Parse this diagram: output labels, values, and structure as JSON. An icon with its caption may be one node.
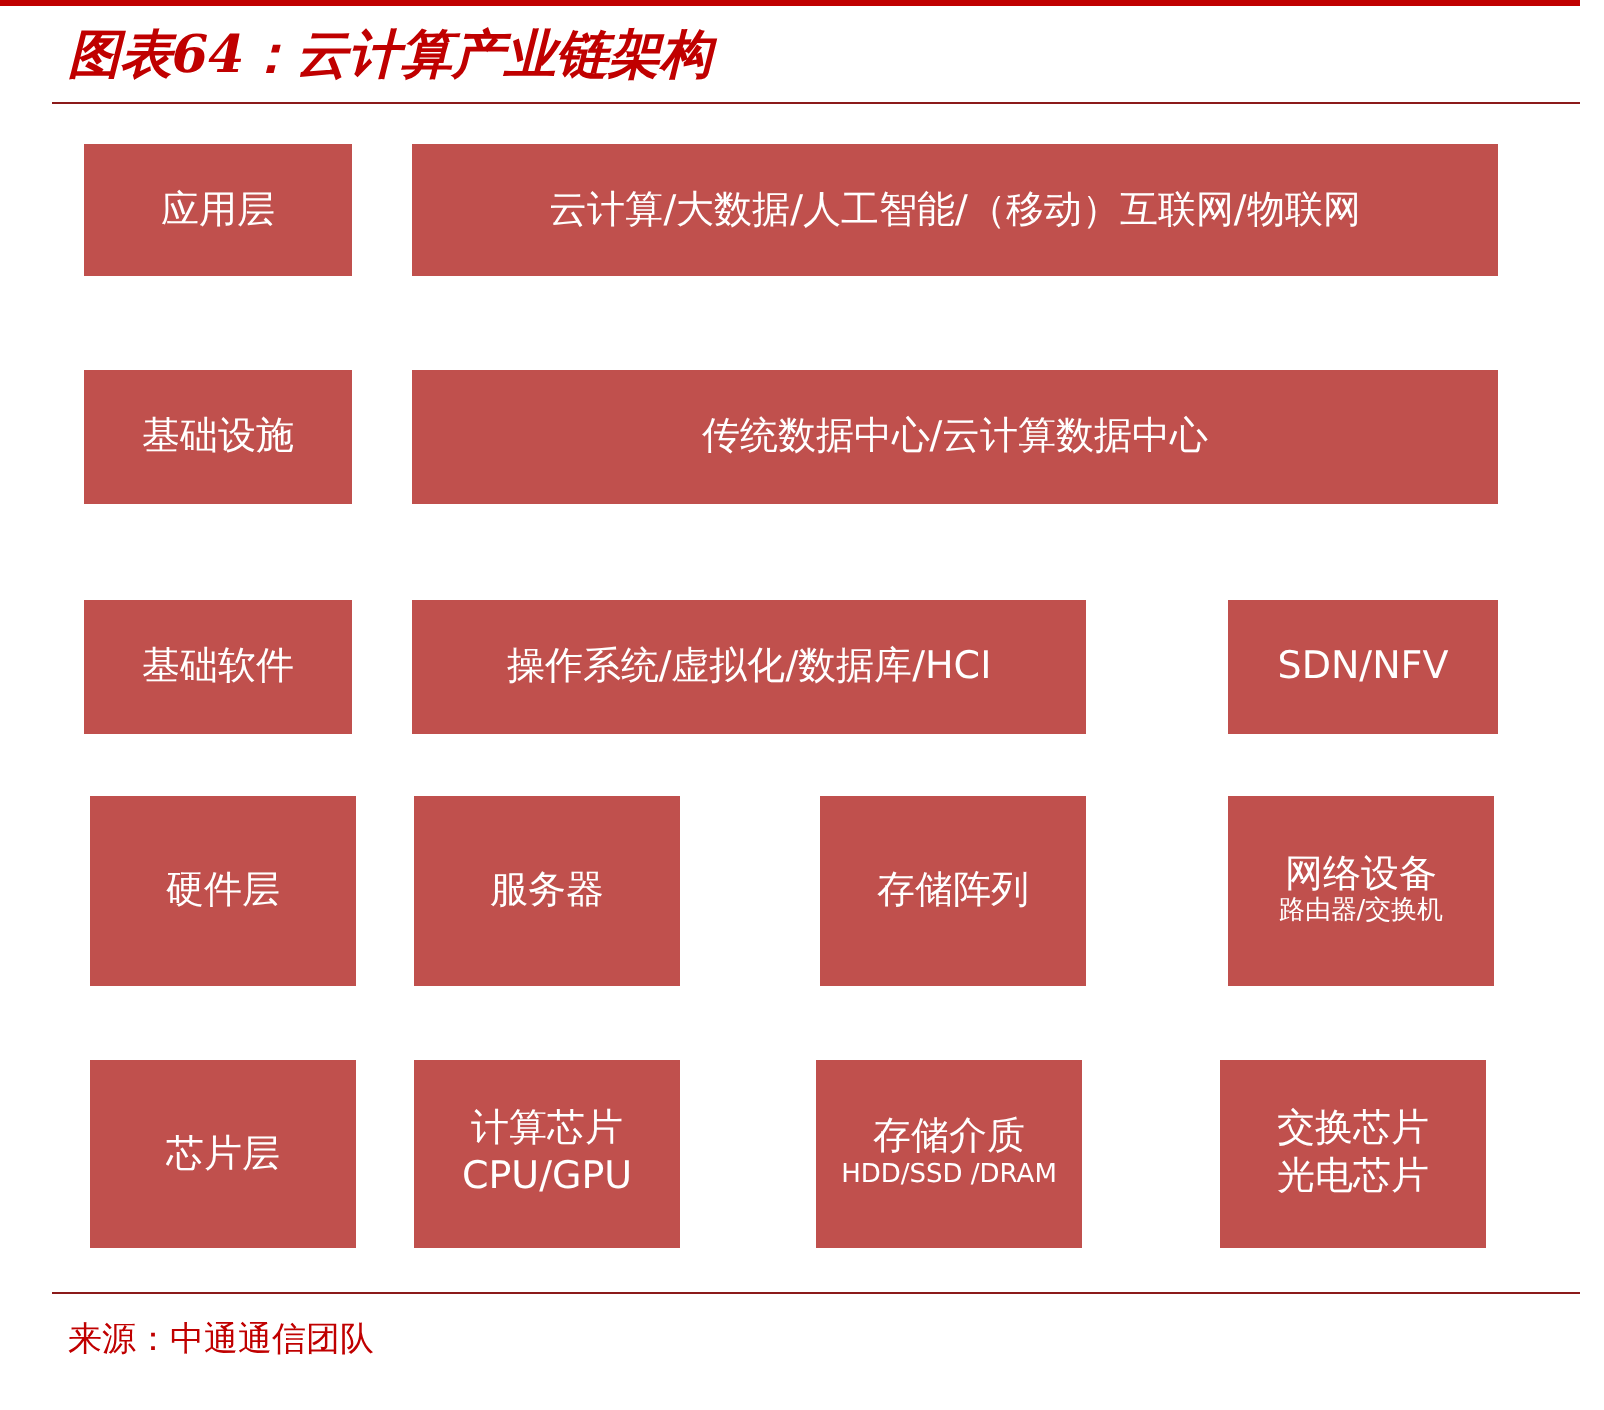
{
  "diagram": {
    "title": "图表64：云计算产业链架构",
    "nodes": [
      {
        "text": [
          "应用层"
        ]
      },
      {
        "text": [
          "云计算/大数据/人工智能/（移动）互联网/物联网"
        ]
      },
      {
        "text": [
          "基础设施"
        ]
      },
      {
        "text": [
          "传统数据中心/云计算数据中心"
        ]
      },
      {
        "text": [
          "基础软件"
        ]
      },
      {
        "text": [
          "操作系统/虚拟化/数据库/HCI"
        ]
      },
      {
        "text": [
          "SDN/NFV"
        ]
      },
      {
        "text": [
          "硬件层"
        ]
      },
      {
        "text": [
          "服务器"
        ]
      },
      {
        "text": [
          "存储阵列"
        ]
      },
      {
        "text": [
          "网络设备",
          "路由器/交换机"
        ]
      },
      {
        "text": [
          "芯片层"
        ]
      },
      {
        "text": [
          "计算芯片",
          "CPU/GPU"
        ]
      },
      {
        "text": [
          "存储介质",
          "HDD/SSD /DRAM"
        ]
      },
      {
        "text": [
          "交换芯片",
          "光电芯片"
        ]
      }
    ],
    "labels": [
      "来源：中通通信团队"
    ]
  }
}
